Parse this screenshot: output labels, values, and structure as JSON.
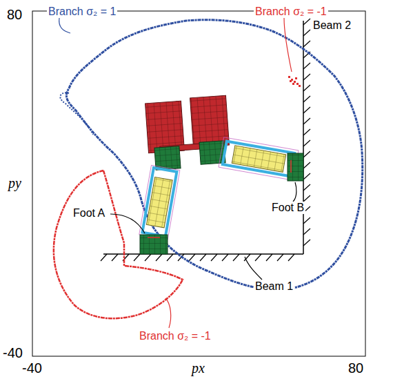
{
  "diagram": {
    "labels": [
      "80",
      "-40",
      "-40",
      "80",
      "px",
      "py",
      "Branch σ₂ = 1",
      "Branch σ₂ = -1",
      "Branch σ₂ = -1",
      "Beam 2",
      "Beam 1",
      "Foot A",
      "Foot B"
    ]
  }
}
